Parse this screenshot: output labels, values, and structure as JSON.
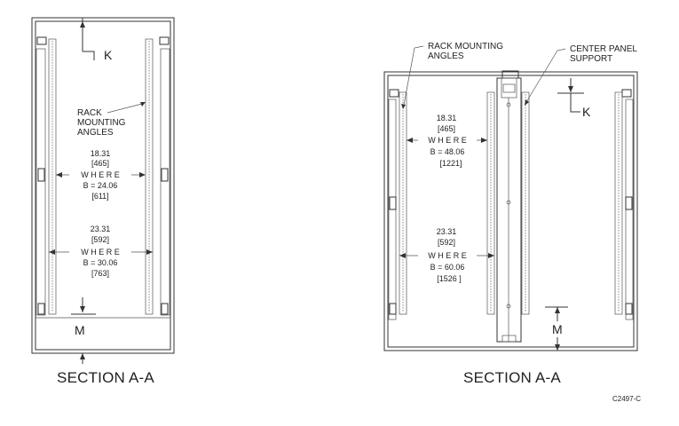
{
  "left": {
    "title": "SECTION A-A",
    "label_k": "K",
    "label_m": "M",
    "callout": [
      "RACK",
      "MOUNTING",
      "ANGLES"
    ],
    "dim1": [
      "18.31",
      "[465]",
      "W H E R E",
      "B = 24.06",
      "[611]"
    ],
    "dim2": [
      "23.31",
      "[592]",
      "W H E R E",
      "B = 30.06",
      "[763]"
    ]
  },
  "right": {
    "title": "SECTION A-A",
    "label_k": "K",
    "label_m": "M",
    "callout_rack": [
      "RACK MOUNTING",
      "ANGLES"
    ],
    "callout_support": [
      "CENTER PANEL",
      "SUPPORT"
    ],
    "dim1": [
      "18.31",
      "[465]",
      "W H E R E",
      "B = 48.06",
      "[1221]"
    ],
    "dim2": [
      "23.31",
      "[592]",
      "W H E R E",
      "B = 60.06",
      "[1526 ]"
    ]
  },
  "drawing_code": "C2497-C"
}
